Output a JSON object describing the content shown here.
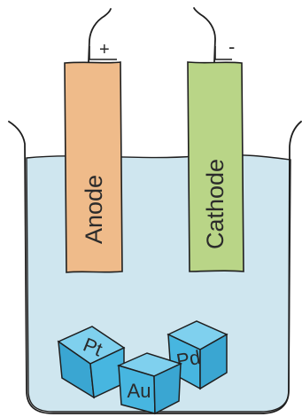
{
  "anode": {
    "label": "Anode",
    "polarity": "+",
    "color": "#efbb8a"
  },
  "cathode": {
    "label": "Cathode",
    "polarity": "-",
    "color": "#b9d587"
  },
  "electrolyte_color": "#cfe6ef",
  "metal_color": "#47b6e0",
  "metals": [
    {
      "symbol": "Pt"
    },
    {
      "symbol": "Au"
    },
    {
      "symbol": "Pd"
    }
  ]
}
